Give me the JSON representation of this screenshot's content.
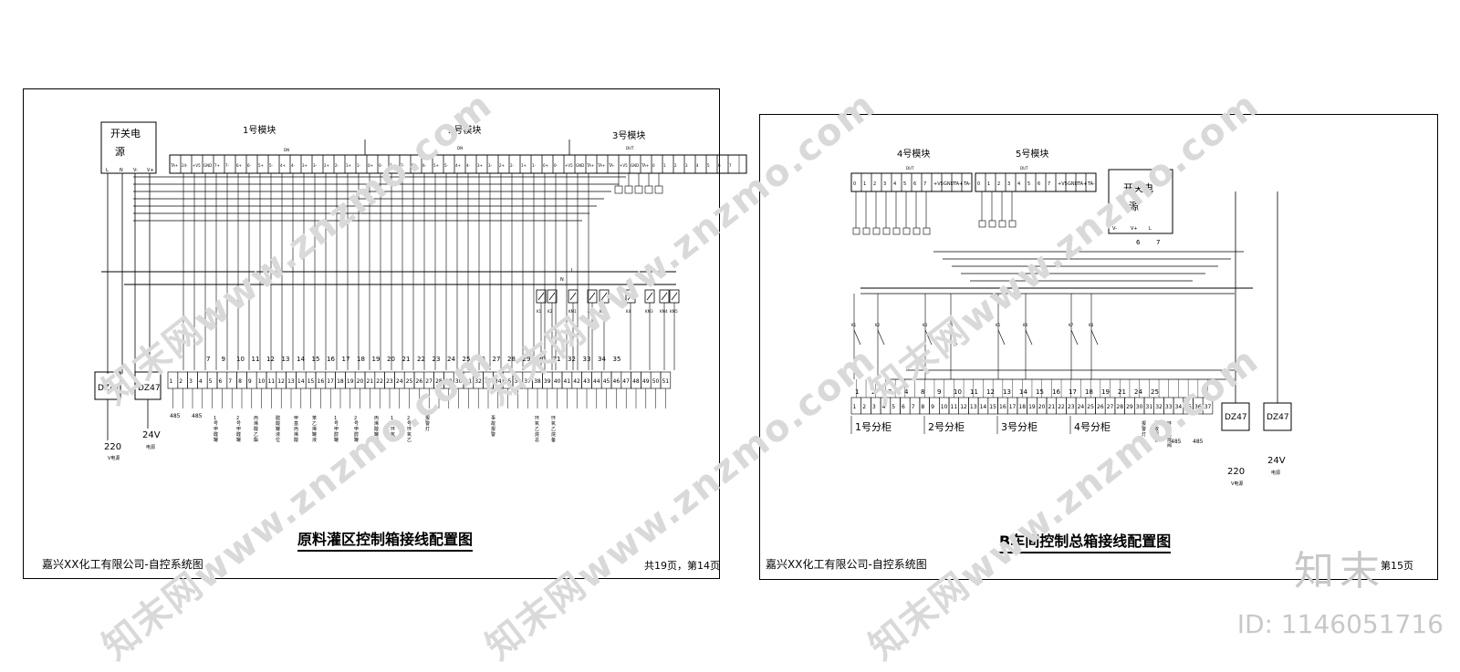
{
  "watermark": {
    "text": "知末网www.znzmo.com"
  },
  "brand": {
    "logo": "知末",
    "id": "ID: 1146051716"
  },
  "left_sheet": {
    "title": "原料灌区控制箱接线配置图",
    "company": "嘉兴XX化工有限公司-自控系统图",
    "page_info": "共19页，第14页",
    "power_box": "开关电源",
    "power_pins": [
      "L",
      "N",
      "V-",
      "V+"
    ],
    "modules": [
      {
        "label": "1号模块",
        "sub": "DN"
      },
      {
        "label": "2号模块",
        "sub": "DN"
      },
      {
        "label": "3号模块",
        "sub": "DUT"
      }
    ],
    "module_pins": [
      "TA+",
      "24-",
      "+V5",
      "GND",
      "7+",
      "7-",
      "6+",
      "6-",
      "5+",
      "5-",
      "4+",
      "4-",
      "3+",
      "3-",
      "2+",
      "2-",
      "1+",
      "1-",
      "0+",
      "0-",
      "7+",
      "7-",
      "6+",
      "6-",
      "5+",
      "5-",
      "4+",
      "4-",
      "3+",
      "3-",
      "2+",
      "2-",
      "1+",
      "1-",
      "0+",
      "0-",
      "+V5",
      "GND",
      "TA+",
      "TA+",
      "TA-",
      "+V5",
      "GND",
      "TA+",
      "0",
      "1",
      "2",
      "3",
      "4",
      "5",
      "6",
      "7"
    ],
    "breakers": [
      "DZ47",
      "DZ47"
    ],
    "terminals": [
      "1",
      "2",
      "3",
      "4",
      "5",
      "6",
      "7",
      "8",
      "9",
      "10",
      "11",
      "12",
      "13",
      "14",
      "15",
      "16",
      "17",
      "18",
      "19",
      "20",
      "21",
      "22",
      "23",
      "24",
      "25",
      "26",
      "27",
      "28",
      "29",
      "30",
      "31",
      "32",
      "33",
      "34",
      "35",
      "36",
      "37",
      "38",
      "39",
      "40",
      "41",
      "42",
      "43",
      "44",
      "45",
      "46",
      "47",
      "48",
      "49",
      "50",
      "51"
    ],
    "upper_numbers": [
      "7",
      "9",
      "10",
      "11",
      "12",
      "13",
      "14",
      "15",
      "16",
      "17",
      "18",
      "19",
      "20",
      "21",
      "22",
      "23",
      "24",
      "25",
      "26",
      "27",
      "28",
      "29",
      "30",
      "31",
      "32",
      "33",
      "34",
      "35"
    ],
    "bottom_labels": [
      "220",
      "V电源",
      "24V",
      "电源",
      "485",
      "485",
      "L",
      "N",
      "N",
      "24+",
      "TA+",
      "TA-",
      "TA-",
      "TA+"
    ],
    "device_labels": [
      "1号甲醛罐液位",
      "2号甲醛罐液位",
      "丙烯酸乙酯罐液位",
      "醋酸罐液位",
      "甲基丙烯酸甲酯罐液位",
      "苯乙烯罐液位",
      "1号甲醇罐液位",
      "2号甲醇罐液位",
      "丙烯酸罐液位",
      "1号环氧乙烷罐液位",
      "2号环氧乙烷罐液位",
      "报警灯",
      "事故报警",
      "环氧乙烷总阀",
      "环氧乙烷备用阀"
    ],
    "relay_labels": [
      "K1",
      "K2",
      "KM1",
      "K3",
      "KM2",
      "K4",
      "KM3",
      "KM4",
      "KM5"
    ]
  },
  "right_sheet": {
    "title": "B车间控制总箱接线配置图",
    "company": "嘉兴XX化工有限公司-自控系统图",
    "page_info": "第15页",
    "power_box": "开关电源",
    "power_pins": [
      "V-",
      "V+",
      "L"
    ],
    "power_outputs": [
      "6",
      "7"
    ],
    "modules": [
      {
        "label": "4号模块",
        "sub": "DUT"
      },
      {
        "label": "5号模块",
        "sub": "DUT"
      }
    ],
    "module_pins": [
      "0",
      "1",
      "2",
      "3",
      "4",
      "5",
      "6",
      "7",
      "+V5",
      "GND",
      "TA+",
      "TA-",
      "0",
      "1",
      "2",
      "3",
      "4",
      "5",
      "6",
      "7",
      "+V5",
      "GND",
      "TA+",
      "TA-"
    ],
    "breakers": [
      "DZ47",
      "DZ47"
    ],
    "terminals": [
      "1",
      "2",
      "3",
      "4",
      "5",
      "6",
      "7",
      "8",
      "9",
      "10",
      "11",
      "12",
      "13",
      "14",
      "15",
      "16",
      "17",
      "18",
      "19",
      "20",
      "21",
      "22",
      "23",
      "24",
      "25",
      "26",
      "27",
      "28",
      "29",
      "30",
      "31",
      "32",
      "33",
      "34",
      "35",
      "36",
      "37"
    ],
    "upper_numbers": [
      "1",
      "2",
      "3",
      "4",
      "8",
      "9",
      "10",
      "11",
      "12",
      "13",
      "14",
      "15",
      "16",
      "17",
      "18",
      "19",
      "21",
      "24",
      "25"
    ],
    "groups": [
      "1号分柜",
      "2号分柜",
      "3号分柜",
      "4号分柜"
    ],
    "bottom_labels": [
      "485",
      "485",
      "220",
      "V电源",
      "24V",
      "电源"
    ],
    "device_labels": [
      "报警灯",
      "事故报警",
      "环氧乙烷阀"
    ],
    "relay_labels": [
      "K1",
      "K2",
      "K3",
      "K4",
      "K5",
      "K6",
      "K7",
      "K8"
    ]
  }
}
